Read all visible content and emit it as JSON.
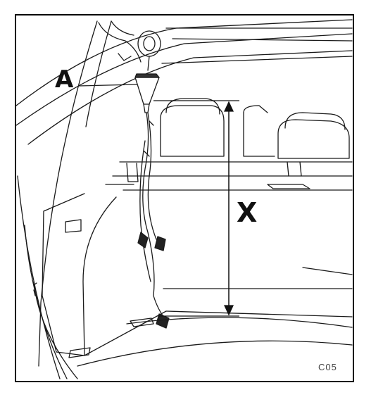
{
  "labels": {
    "a": "A",
    "x": "X"
  },
  "reference_code": "C05",
  "colors": {
    "line": "#1a1a1a",
    "frame": "#000000",
    "background": "#ffffff"
  }
}
